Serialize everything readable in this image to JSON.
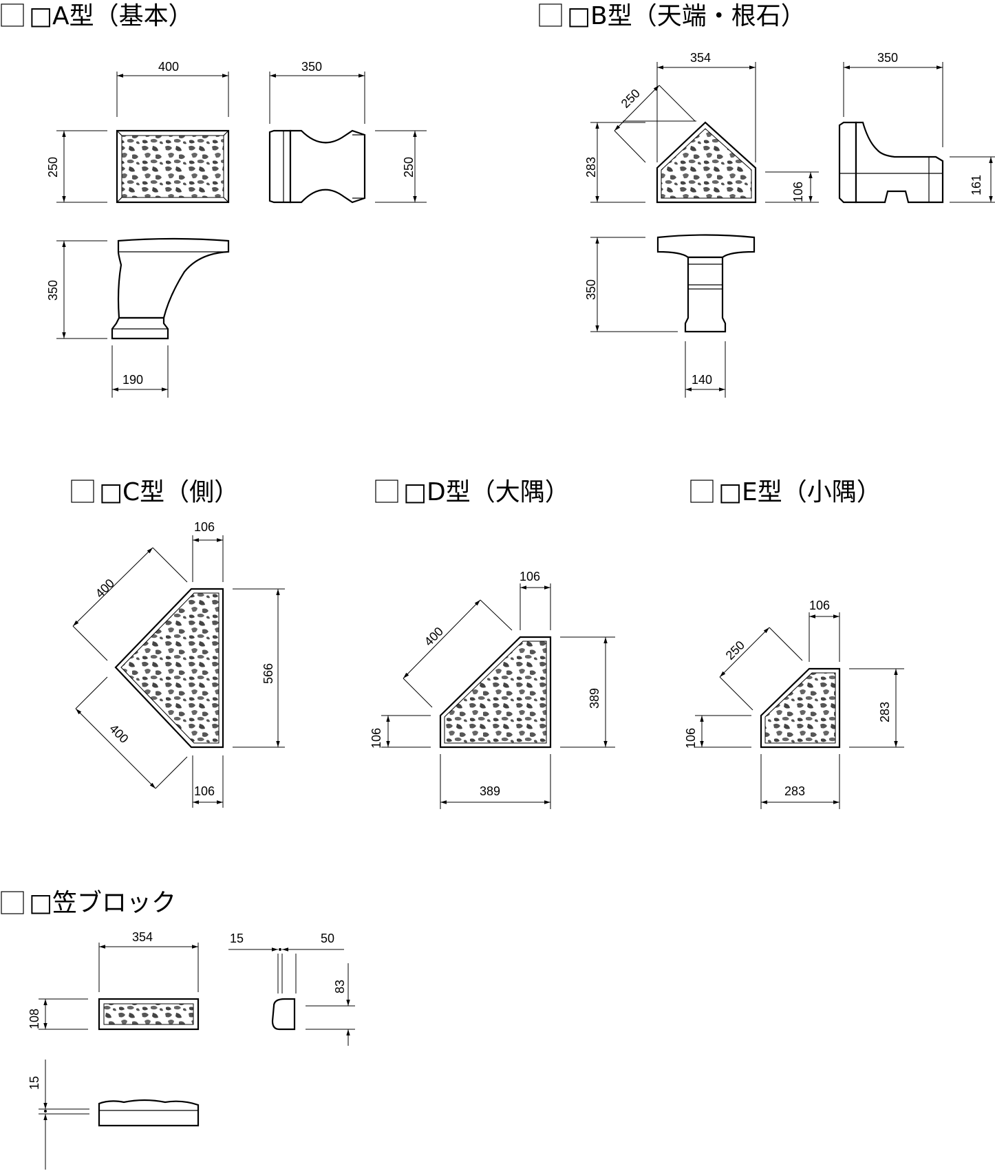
{
  "sections": {
    "a": {
      "title": "□A型（基本）",
      "width": "400",
      "depth": "350",
      "height": "250",
      "side_height": "250",
      "elev": "350",
      "base": "190"
    },
    "b": {
      "title": "□B型（天端・根石）",
      "width": "354",
      "depth": "350",
      "diag": "250",
      "height": "283",
      "step": "106",
      "side_height": "161",
      "elev": "350",
      "base": "140"
    },
    "c": {
      "title": "□C型（側）",
      "top": "106",
      "diag_top": "400",
      "diag_bottom": "400",
      "height": "566",
      "bottom": "106"
    },
    "d": {
      "title": "□D型（大隅）",
      "top": "106",
      "diag": "400",
      "height": "389",
      "step": "106",
      "width": "389"
    },
    "e": {
      "title": "□E型（小隅）",
      "top": "106",
      "diag": "250",
      "height": "283",
      "step": "106",
      "width": "283"
    },
    "cap": {
      "title": "□笠ブロック",
      "width": "354",
      "lip": "15",
      "depth": "50",
      "rise": "83",
      "height": "108",
      "thick": "15"
    }
  }
}
